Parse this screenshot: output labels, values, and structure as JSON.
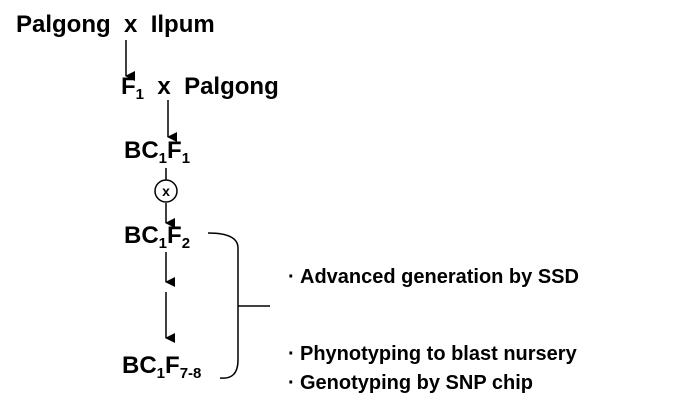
{
  "cross": {
    "parent1": "Palgong",
    "x1": "x",
    "parent2": "Ilpum"
  },
  "backcross": {
    "f": "F",
    "f_sub": "1",
    "x2": "x",
    "recurrent": "Palgong"
  },
  "gen_bc1f1": {
    "bc": "BC",
    "bc_sub": "1",
    "f": "F",
    "f_sub": "1"
  },
  "selfing_symbol": "x",
  "gen_bc1f2": {
    "bc": "BC",
    "bc_sub": "1",
    "f": "F",
    "f_sub": "2"
  },
  "gen_bc1f78": {
    "bc": "BC",
    "bc_sub": "1",
    "f": "F",
    "f_sub": "7-8"
  },
  "notes": [
    {
      "bullet": "·",
      "text": "Advanced generation by SSD"
    },
    {
      "bullet": "·",
      "text": "Phynotyping to blast nursery"
    },
    {
      "bullet": "·",
      "text": "Genotyping by SNP chip"
    }
  ],
  "colors": {
    "text": "#000000",
    "background": "#ffffff"
  }
}
